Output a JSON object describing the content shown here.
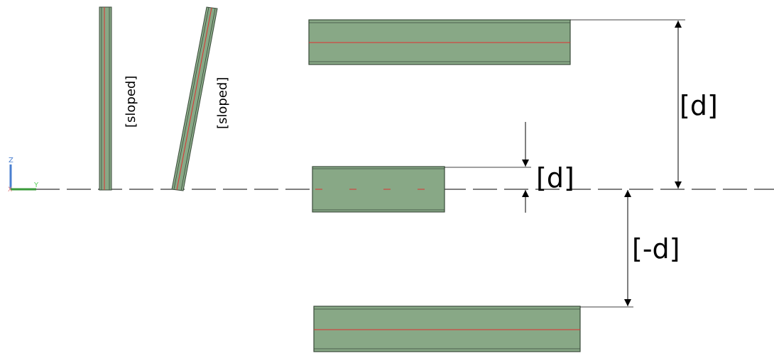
{
  "colors": {
    "member_fill": "#88a886",
    "member_edge": "#3a4a3a",
    "centerline": "#e03030",
    "axis_z": "#4a7fd0",
    "axis_y": "#3a9a3a",
    "axis_x": "#e05050"
  },
  "ucs": {
    "z_label": "Z",
    "y_label": "Y",
    "x_label": "X"
  },
  "labels": {
    "sloped_1": "[sloped]",
    "sloped_2": "[sloped]",
    "dim_top": "[d]",
    "dim_middle": "[d]",
    "dim_bottom": "[-d]"
  }
}
